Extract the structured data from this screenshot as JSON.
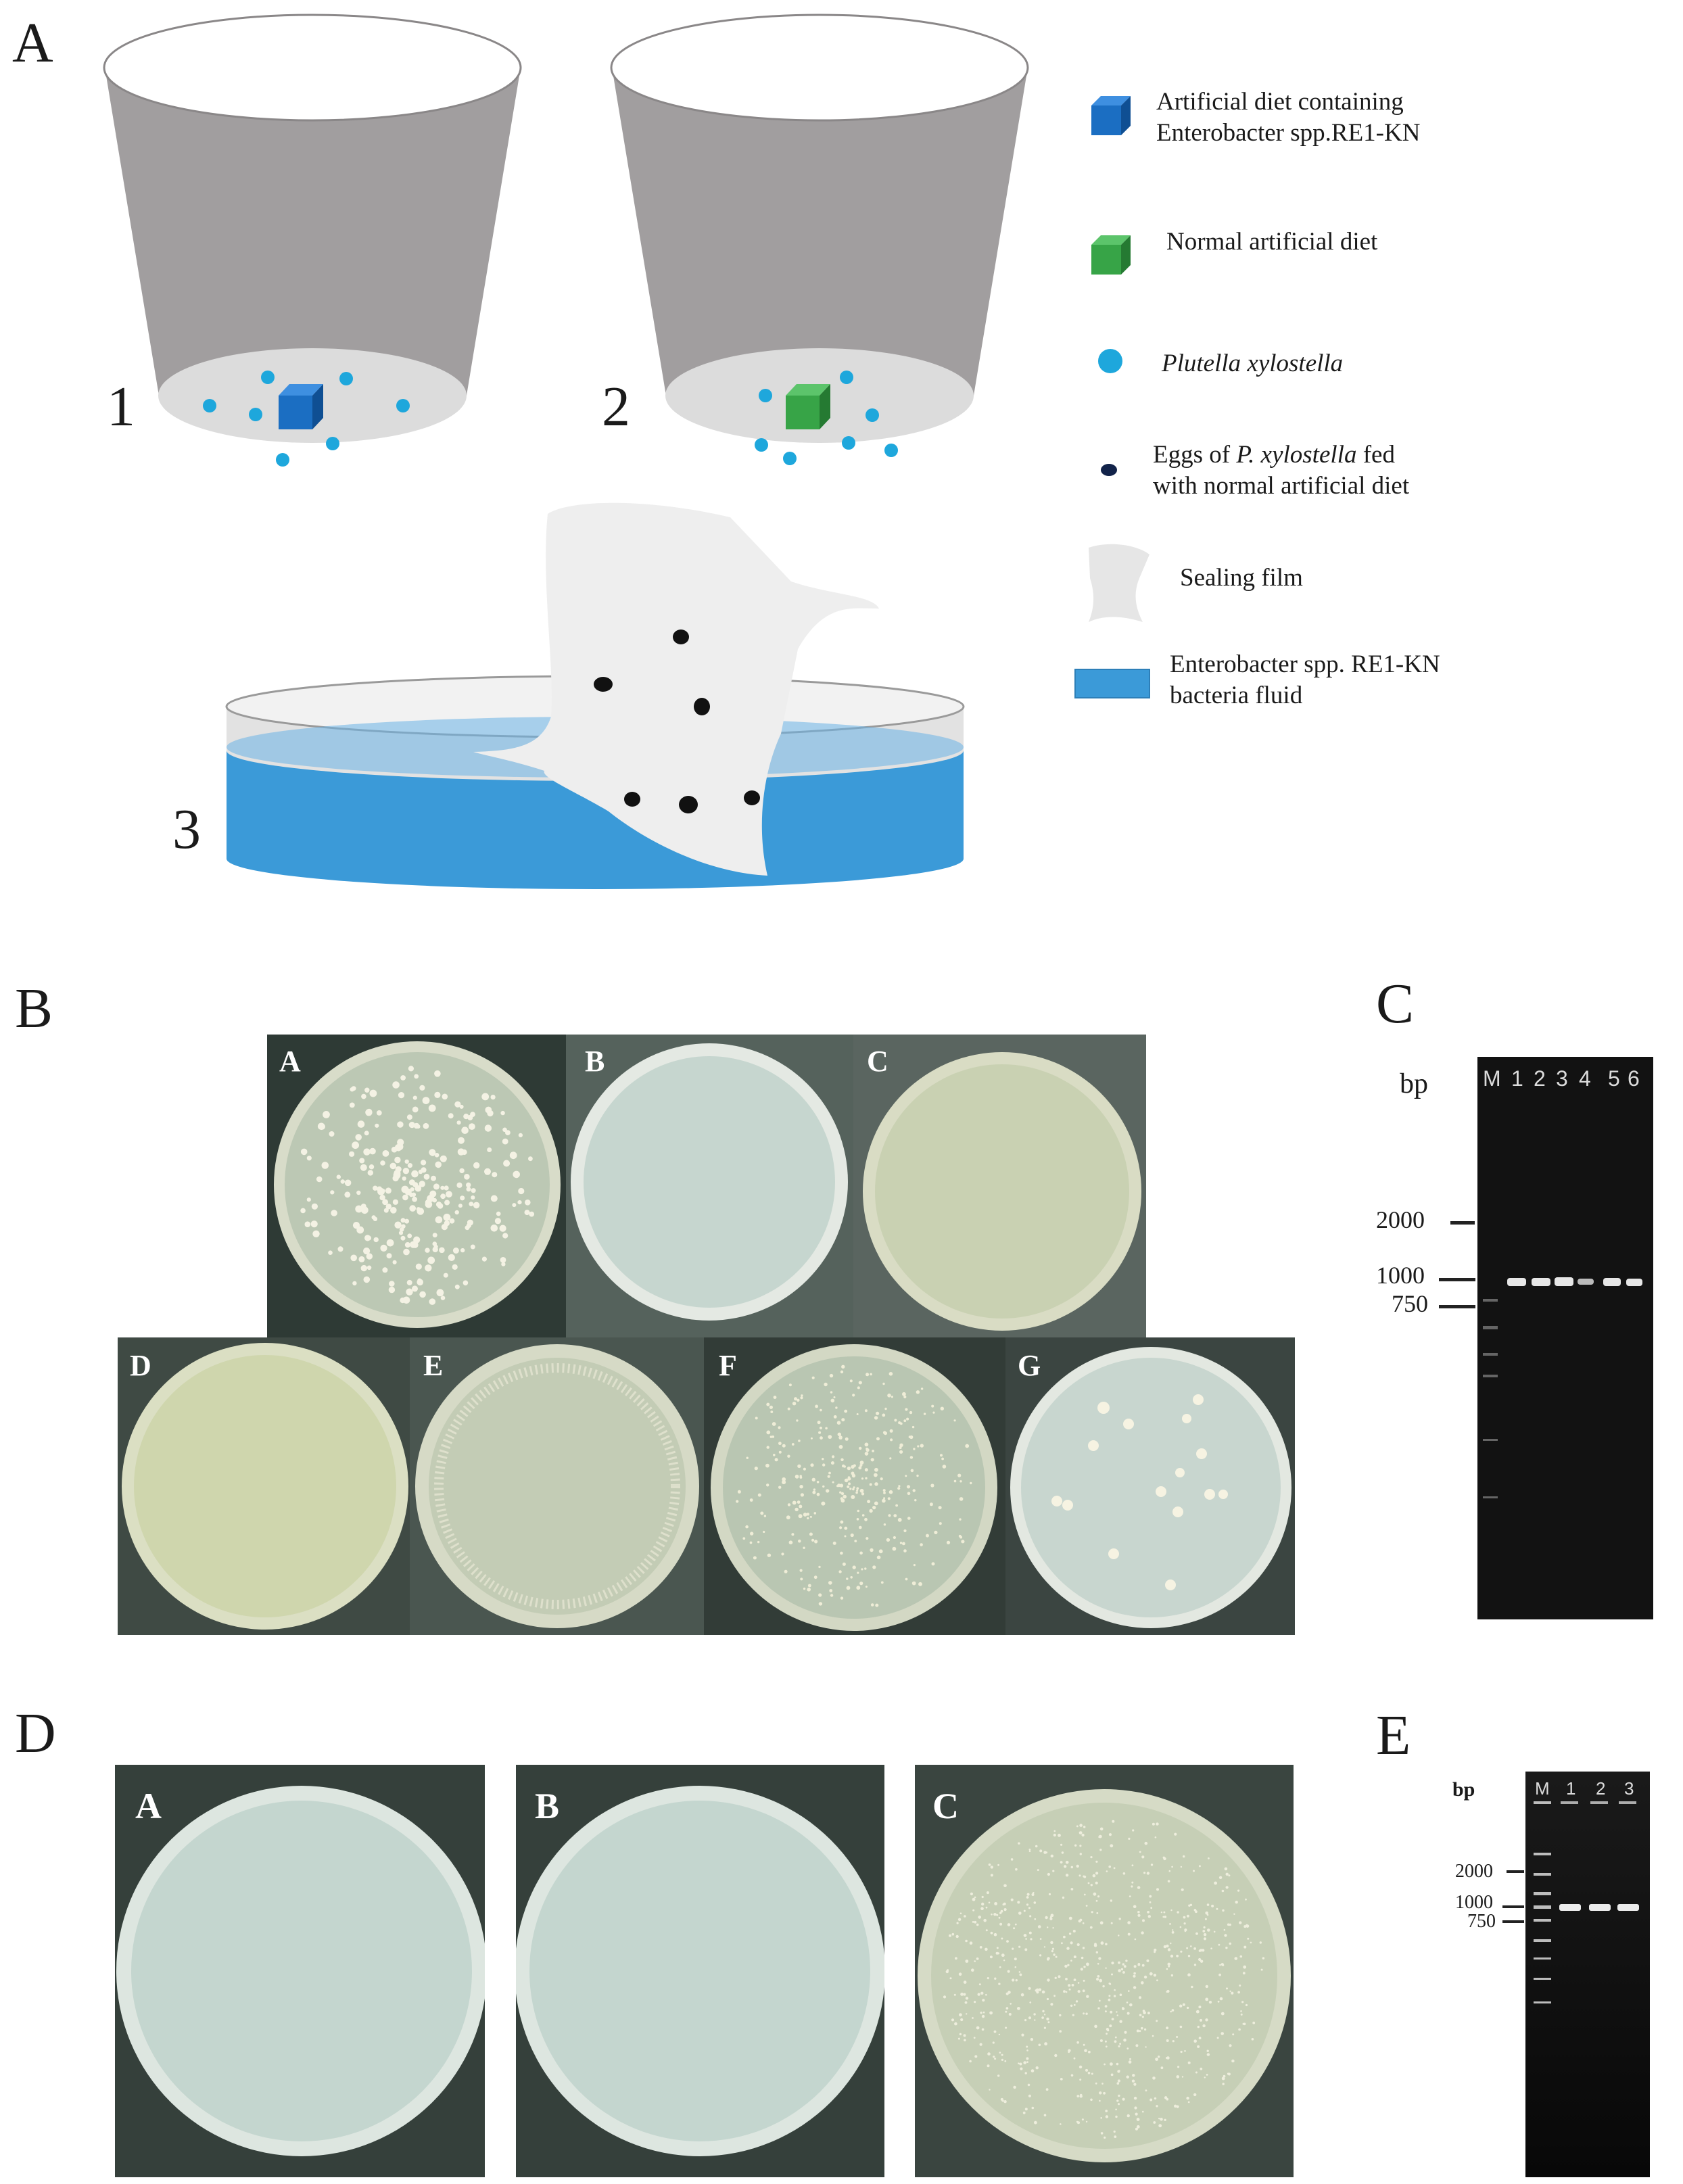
{
  "panels": {
    "a": "A",
    "b": "B",
    "c": "C",
    "d": "D",
    "e": "E"
  },
  "panel_a": {
    "cup_numbers": [
      "1",
      "2",
      "3"
    ],
    "legend": [
      {
        "icon": "blue-cube-icon",
        "text": "Artificial diet containing\nEnterobacter spp.RE1-KN"
      },
      {
        "icon": "green-cube-icon",
        "text": "Normal artificial diet"
      },
      {
        "icon": "cyan-dot-icon",
        "text": "Plutella xylostella"
      },
      {
        "icon": "dark-dot-icon",
        "text_prefix": "Eggs of ",
        "text_italic": "P. xylostella",
        "text_suffix": " fed\nwith normal artificial diet"
      },
      {
        "icon": "sealing-film-icon",
        "text": "Sealing film"
      },
      {
        "icon": "blue-rect-icon",
        "text": "Enterobacter spp. RE1-KN\nbacteria fluid"
      }
    ],
    "colors": {
      "cup": "#a19e9f",
      "cup_base": "#dddddd",
      "diet_blue": "#1a6fc4",
      "diet_green": "#3aa64a",
      "insect": "#1ea7dc",
      "egg": "#111111",
      "fluid": "#3b9ad8"
    }
  },
  "panel_b": {
    "plate_labels": [
      "A",
      "B",
      "C",
      "D",
      "E",
      "F",
      "G"
    ]
  },
  "panel_c": {
    "unit": "bp",
    "lane_labels": [
      "M",
      "1",
      "2",
      "3",
      "4",
      "5",
      "6"
    ],
    "markers": [
      "2000",
      "1000",
      "750"
    ]
  },
  "panel_d": {
    "plate_labels": [
      "A",
      "B",
      "C"
    ]
  },
  "panel_e": {
    "unit": "bp",
    "lane_labels": [
      "M",
      "1",
      "2",
      "3"
    ],
    "markers": [
      "2000",
      "1000",
      "750"
    ]
  }
}
